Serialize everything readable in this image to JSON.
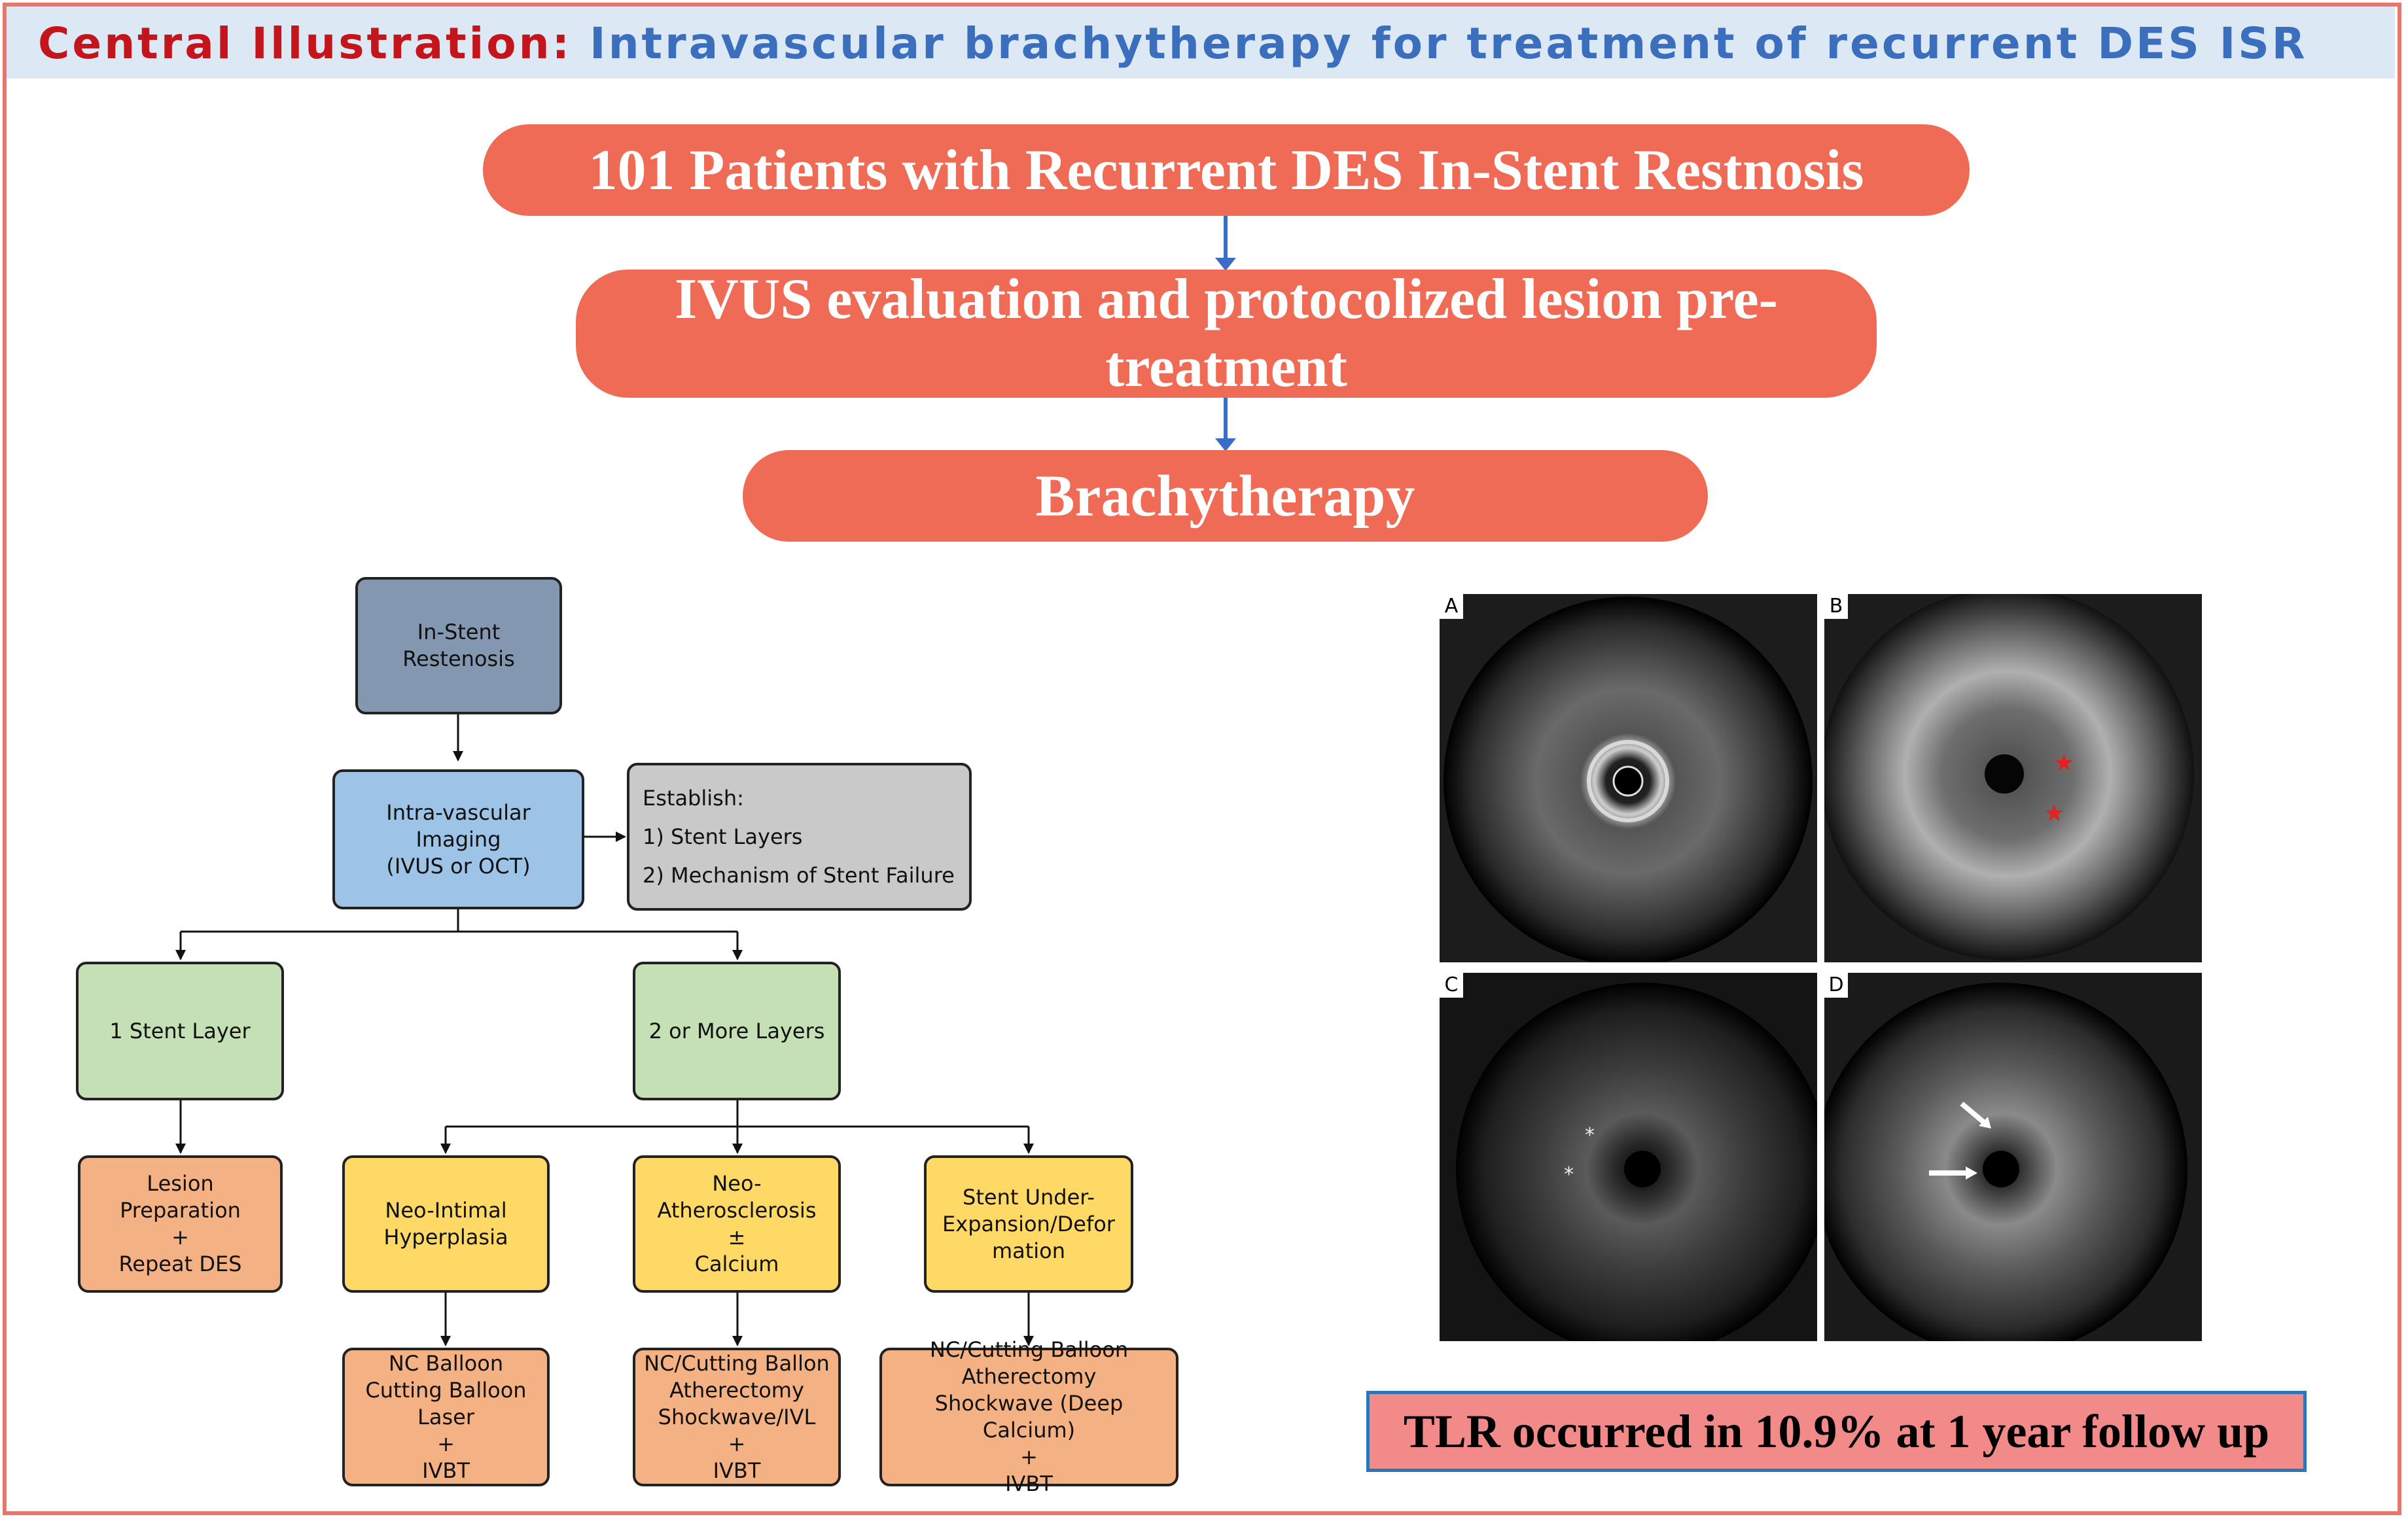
{
  "header": {
    "label": "Central Illustration:",
    "title": "Intravascular brachytherapy for treatment of recurrent DES ISR"
  },
  "flow_top": {
    "step1": "101 Patients with Recurrent DES In-Stent Restnosis",
    "step2": "IVUS evaluation and protocolized lesion pre-treatment",
    "step3": "Brachytherapy"
  },
  "algorithm": {
    "isr": "In-Stent\nRestenosis",
    "imaging": "Intra-vascular Imaging\n(IVUS or OCT)",
    "establish": {
      "heading": "Establish:",
      "items": [
        "1)  Stent Layers",
        "2)  Mechanism of Stent Failure"
      ]
    },
    "one_layer": "1 Stent Layer",
    "two_layers": "2 or More Layers",
    "one_layer_tx": "Lesion\nPreparation\n+\nRepeat DES",
    "mech_nih": "Neo-Intimal\nHyperplasia",
    "mech_neo": "Neo-\nAtherosclerosis\n±\nCalcium",
    "mech_under": "Stent Under-\nExpansion/Defor\nmation",
    "tx_nih": "NC Balloon\nCutting Balloon\nLaser\n+\nIVBT",
    "tx_neo": "NC/Cutting Ballon\nAtherectomy\nShockwave/IVL\n+\nIVBT",
    "tx_under": "NC/Cutting Balloon\nAtherectomy\nShockwave (Deep Calcium)\n+\nIVBT"
  },
  "ivus_panels": [
    {
      "label": "A"
    },
    {
      "label": "B"
    },
    {
      "label": "C"
    },
    {
      "label": "D"
    }
  ],
  "result": "TLR occurred in 10.9% at 1 year follow up",
  "colors": {
    "pill": "#ef6b55",
    "header_label": "#c4141c",
    "header_title": "#3b6fbd",
    "frame": "#e9766a"
  }
}
